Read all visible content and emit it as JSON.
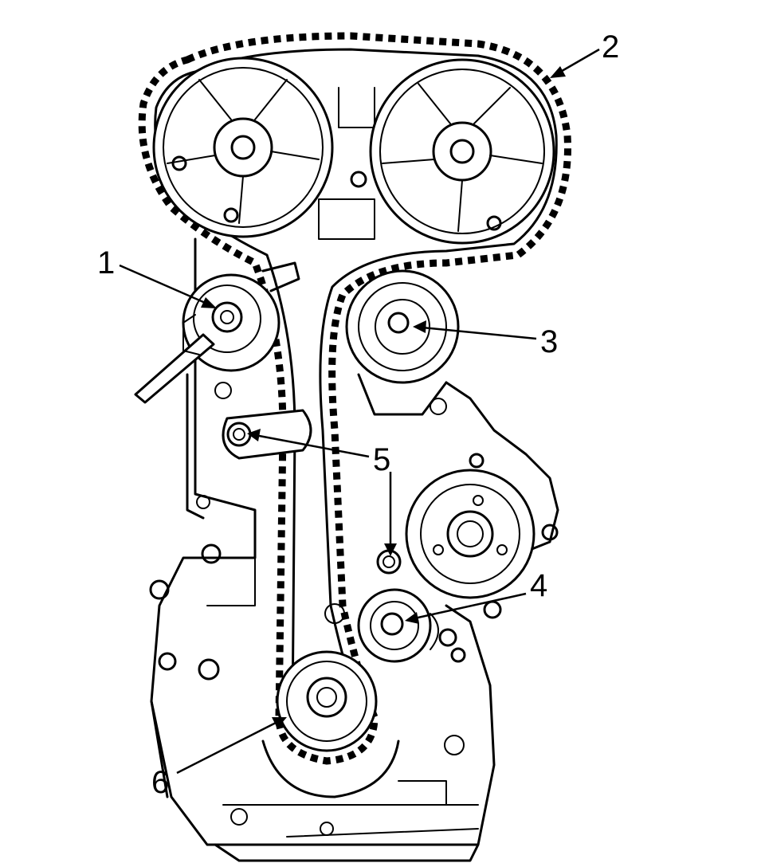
{
  "callouts": [
    {
      "id": "1",
      "label": "1"
    },
    {
      "id": "2",
      "label": "2"
    },
    {
      "id": "3",
      "label": "3"
    },
    {
      "id": "4",
      "label": "4"
    },
    {
      "id": "5",
      "label": "5"
    },
    {
      "id": "6",
      "label": "6"
    }
  ],
  "colors": {
    "ink": "#000000",
    "background": "#ffffff"
  }
}
